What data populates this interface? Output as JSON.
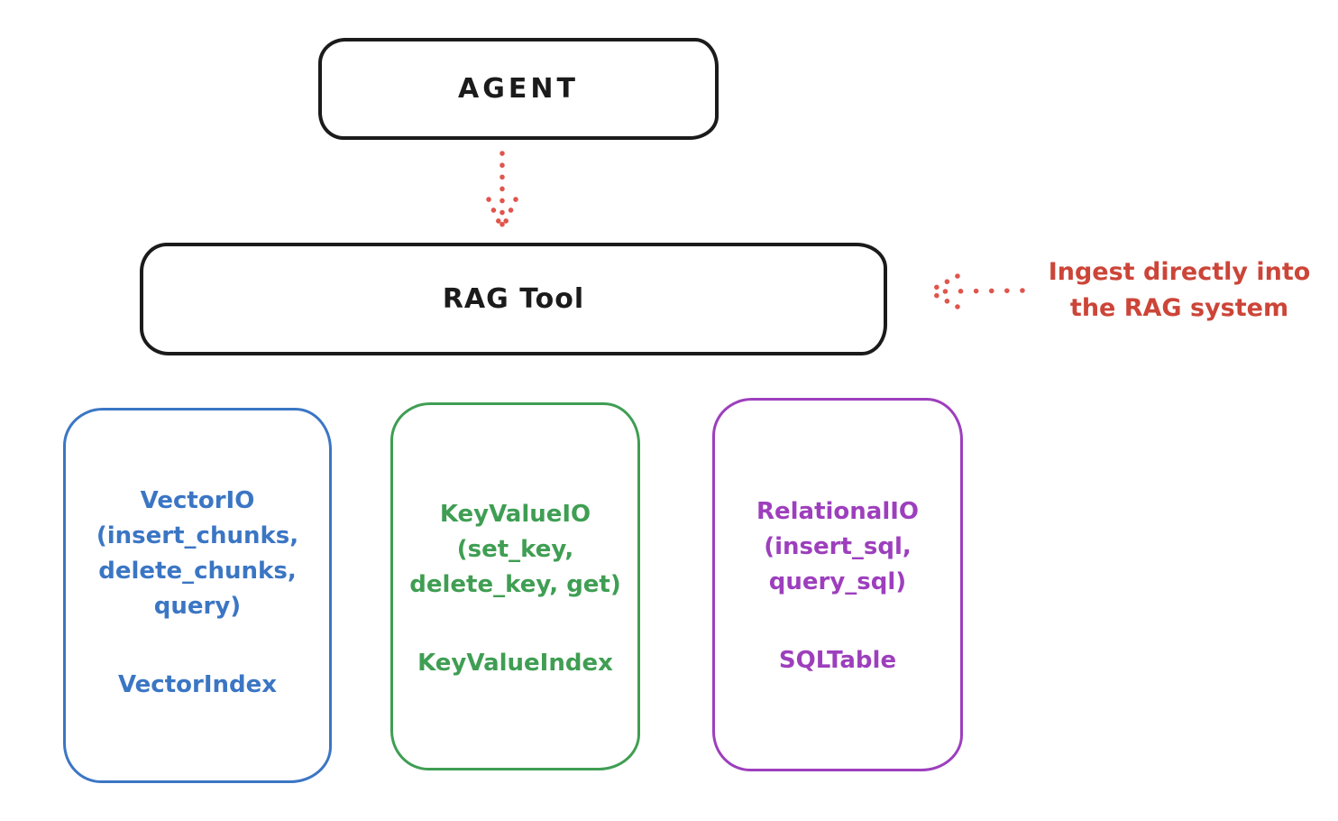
{
  "colors": {
    "background": "#ffffff",
    "ink": "#1b1b1b",
    "red": "#cc4538",
    "red_arrow": "#e0554c",
    "blue": "#3b76c4",
    "green": "#3f9e53",
    "purple": "#9d3fbd"
  },
  "nodes": {
    "agent": {
      "label": "AGENT"
    },
    "rag_tool": {
      "label": "RAG Tool"
    }
  },
  "annotation": {
    "lines": [
      "Ingest directly into",
      "the RAG system"
    ]
  },
  "backends": [
    {
      "name": "vector-io",
      "color_key": "blue",
      "lines": [
        "VectorIO",
        "(insert_chunks,",
        "delete_chunks,",
        "query)"
      ],
      "footer": "VectorIndex"
    },
    {
      "name": "keyvalue-io",
      "color_key": "green",
      "lines": [
        "KeyValueIO",
        "(set_key,",
        "delete_key, get)"
      ],
      "footer": "KeyValueIndex"
    },
    {
      "name": "relational-io",
      "color_key": "purple",
      "lines": [
        "RelationalIO",
        "(insert_sql,",
        "query_sql)"
      ],
      "footer": "SQLTable"
    }
  ],
  "arrows": [
    {
      "name": "agent-to-rag-arrow",
      "style": "dotted",
      "direction": "down"
    },
    {
      "name": "annotation-to-rag-arrow",
      "style": "dotted",
      "direction": "left"
    }
  ]
}
